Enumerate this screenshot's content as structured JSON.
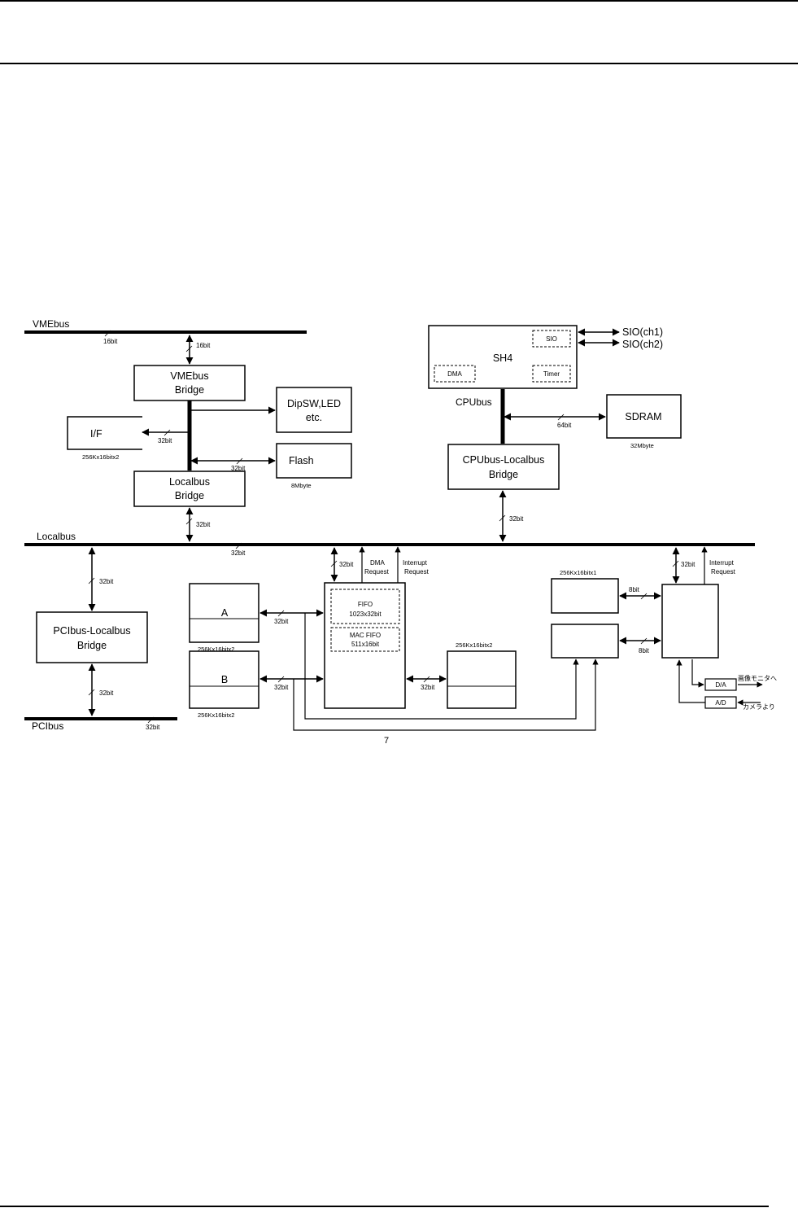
{
  "page": {
    "footer_number": "7"
  },
  "diagram": {
    "buses": {
      "vme": "VMEbus",
      "local": "Localbus",
      "pci": "PCIbus",
      "cpu": "CPUbus"
    },
    "blocks": {
      "vme_bridge": [
        "VMEbus",
        "Bridge"
      ],
      "local_bridge": [
        "Localbus",
        "Bridge"
      ],
      "if_block": "I/F",
      "if_size": "256Kx16bitx2",
      "dipsw": [
        "DipSW,LED",
        "etc."
      ],
      "flash": "Flash",
      "flash_size": "8Mbyte",
      "sh4": "SH4",
      "sio_inner": "SIO",
      "dma_inner": "DMA",
      "timer_inner": "Timer",
      "sio1": "SIO(ch1)",
      "sio2": "SIO(ch2)",
      "sdram": "SDRAM",
      "sdram_size": "32Mbyte",
      "cpu_local_bridge": [
        "CPUbus-Localbus",
        "Bridge"
      ],
      "pci_local_bridge": [
        "PCIbus-Localbus",
        "Bridge"
      ],
      "mem_a": "A",
      "mem_b": "B",
      "mem_a_size": "256Kx16bitx2",
      "mem_b_size": "256Kx16bitx2",
      "fifo": [
        "FIFO",
        "1023x32bit"
      ],
      "mac_fifo": [
        "MAC FIFO",
        "511x16bit"
      ],
      "mem_right_size": "256Kx16bitx2",
      "mem_top_right_size": "256Kx16bitx1",
      "da": "D/A",
      "ad": "A/D",
      "to_monitor": "画像モニタへ",
      "from_camera": "カメラより"
    },
    "widths": {
      "w16": "16bit",
      "w32": "32bit",
      "w64": "64bit",
      "w8": "8bit"
    },
    "signals": {
      "dma_request": [
        "DMA",
        "Request"
      ],
      "interrupt_request": [
        "Interrupt",
        "Request"
      ]
    }
  }
}
